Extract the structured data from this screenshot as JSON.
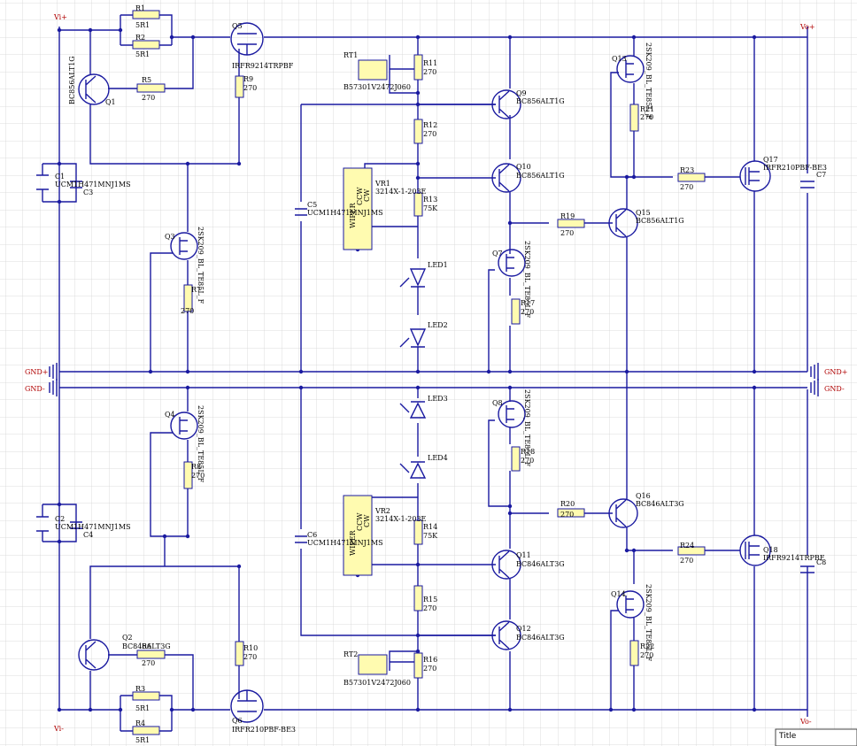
{
  "rails": {
    "vi_pos": "Vi+",
    "vi_neg": "Vi-",
    "vo_pos": "Vo+",
    "vo_neg": "Vo-",
    "gnd_pos": "GND+",
    "gnd_neg": "GND-",
    "gnd_pos_r": "GND+",
    "gnd_neg_r": "GND-"
  },
  "title_block": {
    "title": "Title"
  },
  "labels": {
    "R1": "R1",
    "R1v": "5R1",
    "R2": "R2",
    "R2v": "5R1",
    "R3": "R3",
    "R3v": "5R1",
    "R4": "R4",
    "R4v": "5R1",
    "R5": "R5",
    "R5v": "270",
    "R6": "R6",
    "R6v": "270",
    "R7": "R7",
    "R7v": "270",
    "R8": "R8",
    "R8v": "270",
    "R9": "R9",
    "R9v": "270",
    "R10": "R10",
    "R10v": "270",
    "R11": "R11",
    "R11v": "270",
    "R12": "R12",
    "R12v": "270",
    "R13": "R13",
    "R13v": "75K",
    "R14": "R14",
    "R14v": "75K",
    "R15": "R15",
    "R15v": "270",
    "R16": "R16",
    "R16v": "270",
    "R17": "R17",
    "R17v": "270",
    "R18": "R18",
    "R18v": "270",
    "R19": "R19",
    "R19v": "270",
    "R20": "R20",
    "R20v": "270",
    "R21": "R21",
    "R21v": "270",
    "R22": "R22",
    "R22v": "270",
    "R23": "R23",
    "R23v": "270",
    "R24": "R24",
    "R24v": "270",
    "Q1": "Q1",
    "Q1p": "BC856ALT1G",
    "Q2": "Q2",
    "Q2p": "BC846ALT3G",
    "Q3": "Q3",
    "Q3p": "2SK209_BL_TE85L_F",
    "Q4": "Q4",
    "Q4p": "2SK209_BL_TE85L_F",
    "Q5": "Q5",
    "Q5p": "IRFR9214TRPBF",
    "Q6": "Q6",
    "Q6p": "IRFR210PBF-BE3",
    "Q7": "Q7",
    "Q7p": "2SK209_BL_TE85L_F",
    "Q8": "Q8",
    "Q8p": "2SK209_BL_TE85L_F",
    "Q9": "Q9",
    "Q9p": "BC856ALT1G",
    "Q10": "Q10",
    "Q10p": "BC856ALT1G",
    "Q11": "Q11",
    "Q11p": "BC846ALT3G",
    "Q12": "Q12",
    "Q12p": "BC846ALT3G",
    "Q13": "Q13",
    "Q13p": "2SK209_BL_TE85L_F",
    "Q14": "Q14",
    "Q14p": "2SK209_BL_TE85L_F",
    "Q15": "Q15",
    "Q15p": "BC856ALT1G",
    "Q16": "Q16",
    "Q16p": "BC846ALT3G",
    "Q17": "Q17",
    "Q17p": "IRFR210PBF-BE3",
    "Q18": "Q18",
    "Q18p": "IRFR9214TRPBF",
    "C1": "C1",
    "C2": "C2",
    "C3": "C3",
    "C4": "C4",
    "C5": "C5",
    "C6": "C6",
    "C7": "C7",
    "C8": "C8",
    "C1p": "UCM1H471MNJ1MS",
    "C2p": "UCM1H471MNJ1MS",
    "C5p": "UCM1H471MNJ1MS",
    "C6p": "UCM1H471MNJ1MS",
    "VR1": "VR1",
    "VR1p": "3214X-1-203E",
    "VR2": "VR2",
    "VR2p": "3214X-1-203E",
    "RT1": "RT1",
    "RT1p": "B57301V2472J060",
    "RT2": "RT2",
    "RT2p": "B57301V2472J060",
    "LED1": "LED1",
    "LED2": "LED2",
    "LED3": "LED3",
    "LED4": "LED4",
    "wiper": "WIPER",
    "ccw": "CCW",
    "cw": "CW"
  }
}
